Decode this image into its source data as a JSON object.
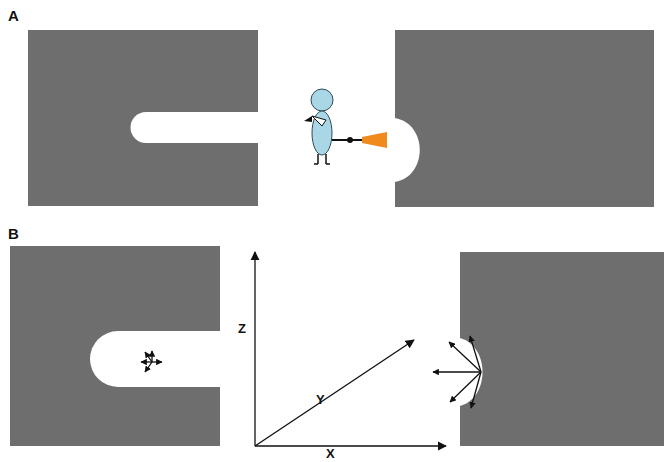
{
  "diagram": {
    "labels": [
      "A",
      "B",
      "Z",
      "Y",
      "X"
    ]
  }
}
